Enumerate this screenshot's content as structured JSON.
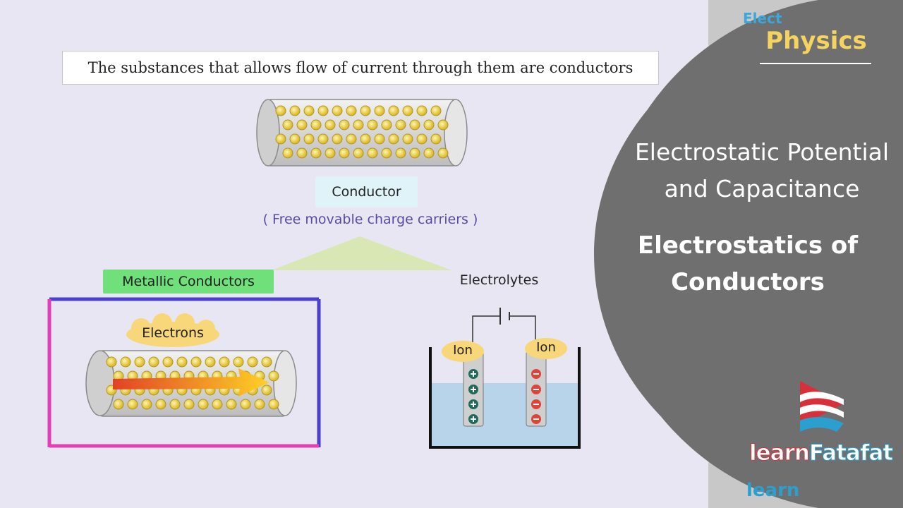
{
  "caption": "The substances that allows flow of current through them are conductors",
  "conductor": {
    "label": "Conductor",
    "subtitle": "( Free movable charge carriers )"
  },
  "metallic": {
    "label": "Metallic Conductors",
    "electrons_label": "Electrons"
  },
  "electrolytes": {
    "label": "Electrolytes",
    "left_ion": "Ion",
    "right_ion": "Ion"
  },
  "panel": {
    "subject": "Physics",
    "topic_line1": "Electrostatic Potential",
    "topic_line2": "and Capacitance",
    "title_line1": "Electrostatics of",
    "title_line2": "Conductors",
    "brand_learn": "learn",
    "brand_fatafat": "Fatafat",
    "partial_top": "Elect",
    "partial_bottom": "learn"
  },
  "colors": {
    "background": "#e9e6f4",
    "panel_grey": "#6f6f6f",
    "physics_yellow": "#f4d35e",
    "metallic_green": "#6fe07a",
    "conductor_label_bg": "#dff3f8",
    "subtitle_purple": "#5a4aa8",
    "electrolyte_water": "#b8d4ea"
  }
}
